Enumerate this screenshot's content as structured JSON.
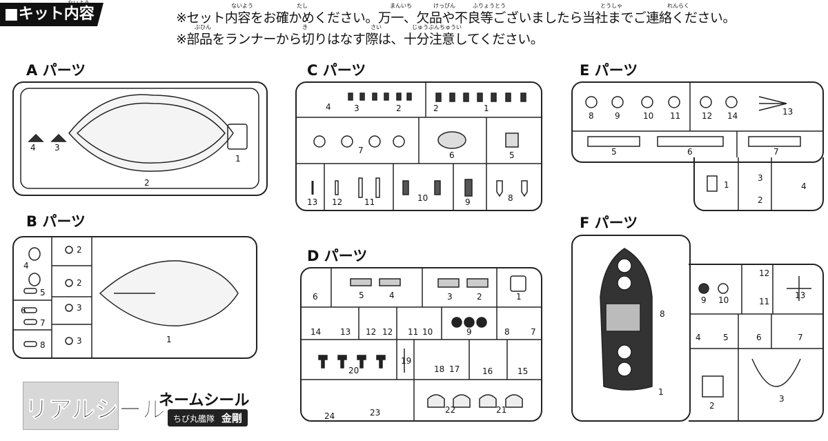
{
  "header": {
    "title": "■キット内容",
    "ruby": "ないよう"
  },
  "notes": {
    "line1": "※セット内容をお確かめください。万一、欠品や不良等ございましたら当社までご連絡ください。",
    "line2": "※部品をランナーから切りはなす際は、十分注意してください。",
    "ruby1": [
      "ないよう",
      "たし",
      "まんいち",
      "けっぴん",
      "ふりょうとう",
      "とうしゃ",
      "れんらく"
    ],
    "ruby2": [
      "ぶひん",
      "き",
      "さい",
      "じゅうぶんちゅうい"
    ]
  },
  "panels": {
    "A": {
      "title": "A パーツ",
      "labels": [
        "4",
        "3",
        "2",
        "1"
      ]
    },
    "B": {
      "title": "B パーツ",
      "labels": [
        "4",
        "5",
        "6",
        "7",
        "8",
        "2",
        "2",
        "3",
        "3",
        "1"
      ]
    },
    "C": {
      "title": "C パーツ",
      "labels": [
        "4",
        "3",
        "2",
        "2",
        "1",
        "7",
        "6",
        "5",
        "13",
        "12",
        "11",
        "10",
        "9",
        "8"
      ]
    },
    "D": {
      "title": "D パーツ",
      "labels": [
        "6",
        "5",
        "4",
        "3",
        "2",
        "1",
        "14",
        "13",
        "12",
        "12",
        "11",
        "10",
        "9",
        "8",
        "7",
        "20",
        "19",
        "18",
        "17",
        "16",
        "15",
        "24",
        "23",
        "22",
        "21"
      ]
    },
    "E": {
      "title": "E パーツ",
      "labels": [
        "8",
        "9",
        "10",
        "11",
        "12",
        "14",
        "13",
        "5",
        "6",
        "7",
        "1",
        "3",
        "2",
        "4"
      ]
    },
    "F": {
      "title": "F パーツ",
      "labels": [
        "8",
        "1",
        "9",
        "10",
        "12",
        "11",
        "13",
        "4",
        "5",
        "6",
        "7",
        "2",
        "3"
      ]
    }
  },
  "seals": {
    "real_seal": "リアルシール",
    "name_seal": "ネームシール",
    "name_plate_series": "ちび丸艦隊",
    "name_plate_ship": "金剛"
  }
}
